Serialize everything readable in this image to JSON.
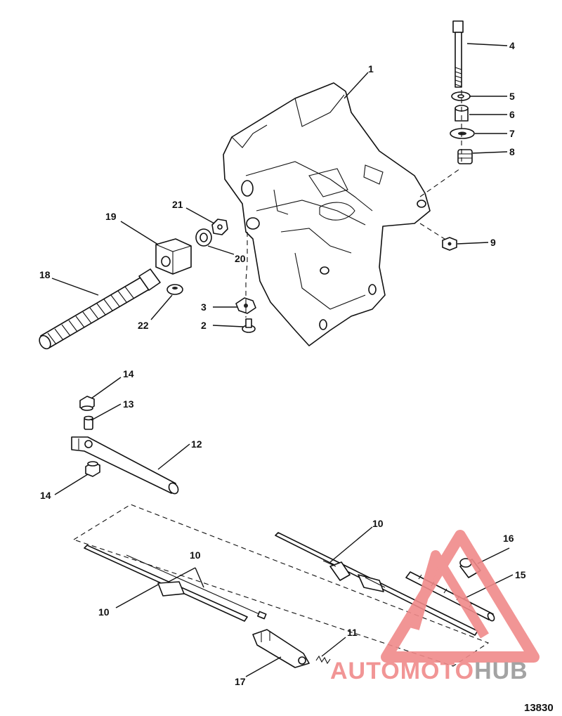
{
  "figure_number": "13830",
  "callouts": [
    {
      "id": "c1",
      "label": "1"
    },
    {
      "id": "c2",
      "label": "2"
    },
    {
      "id": "c3",
      "label": "3"
    },
    {
      "id": "c4",
      "label": "4"
    },
    {
      "id": "c5",
      "label": "5"
    },
    {
      "id": "c6",
      "label": "6"
    },
    {
      "id": "c7",
      "label": "7"
    },
    {
      "id": "c8",
      "label": "8"
    },
    {
      "id": "c9",
      "label": "9"
    },
    {
      "id": "c10a",
      "label": "10"
    },
    {
      "id": "c10b",
      "label": "10"
    },
    {
      "id": "c10c",
      "label": "10"
    },
    {
      "id": "c11",
      "label": "11"
    },
    {
      "id": "c12",
      "label": "12"
    },
    {
      "id": "c13",
      "label": "13"
    },
    {
      "id": "c14a",
      "label": "14"
    },
    {
      "id": "c14b",
      "label": "14"
    },
    {
      "id": "c15",
      "label": "15"
    },
    {
      "id": "c16",
      "label": "16"
    },
    {
      "id": "c17",
      "label": "17"
    },
    {
      "id": "c18",
      "label": "18"
    },
    {
      "id": "c19",
      "label": "19"
    },
    {
      "id": "c20",
      "label": "20"
    },
    {
      "id": "c21",
      "label": "21"
    },
    {
      "id": "c22",
      "label": "22"
    }
  ],
  "watermark": {
    "text_part1": "AUTOMOTO",
    "text_part2": "HUB",
    "color_primary": "#f08a8a",
    "color_secondary": "#9a9a9a"
  }
}
